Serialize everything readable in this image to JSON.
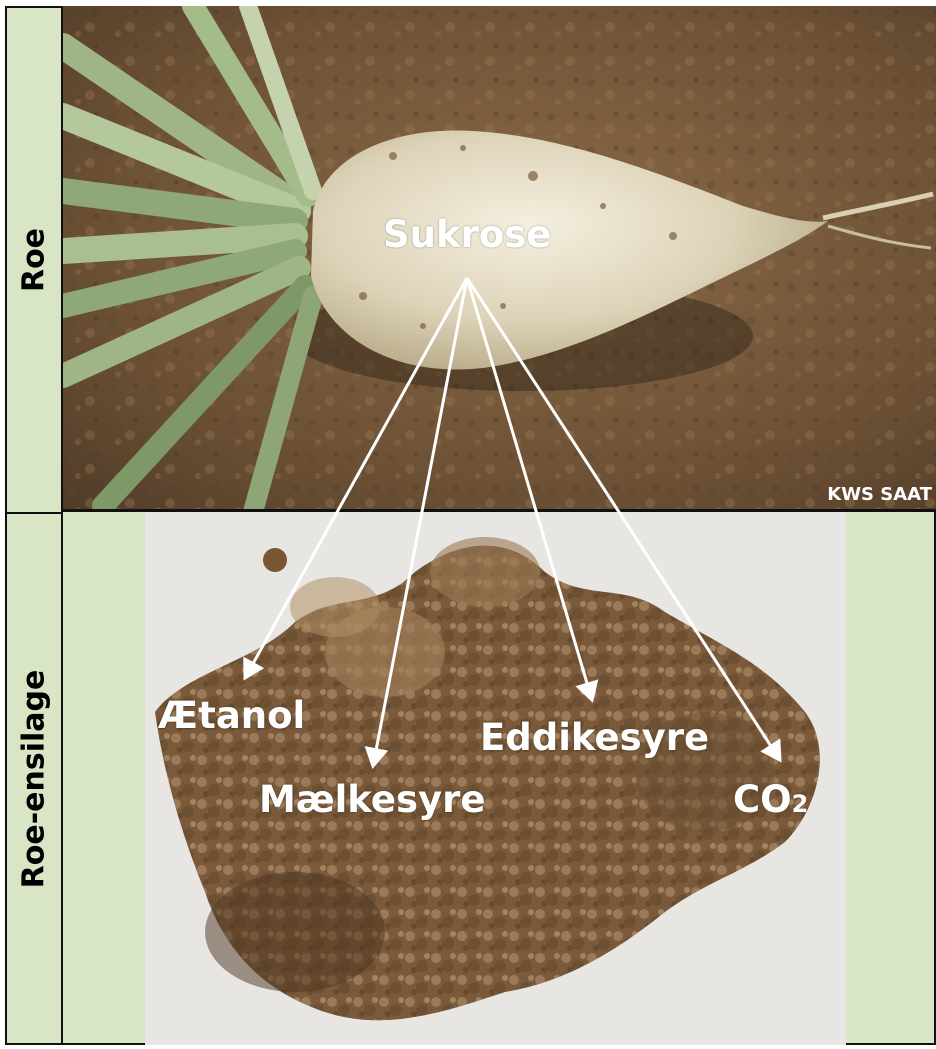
{
  "panels": {
    "top_label": "Roe",
    "bottom_label": "Roe-ensilage"
  },
  "photo_credit": "KWS SAAT",
  "source_label": "Sukrose",
  "products": {
    "ethanol": "Ætanol",
    "lactic_acid": "Mælkesyre",
    "acetic_acid": "Eddikesyre",
    "co2_main": "CO",
    "co2_sub": "2"
  },
  "colors": {
    "panel_green": "#d8e6c6",
    "arrow": "#ffffff",
    "border": "#111111"
  }
}
